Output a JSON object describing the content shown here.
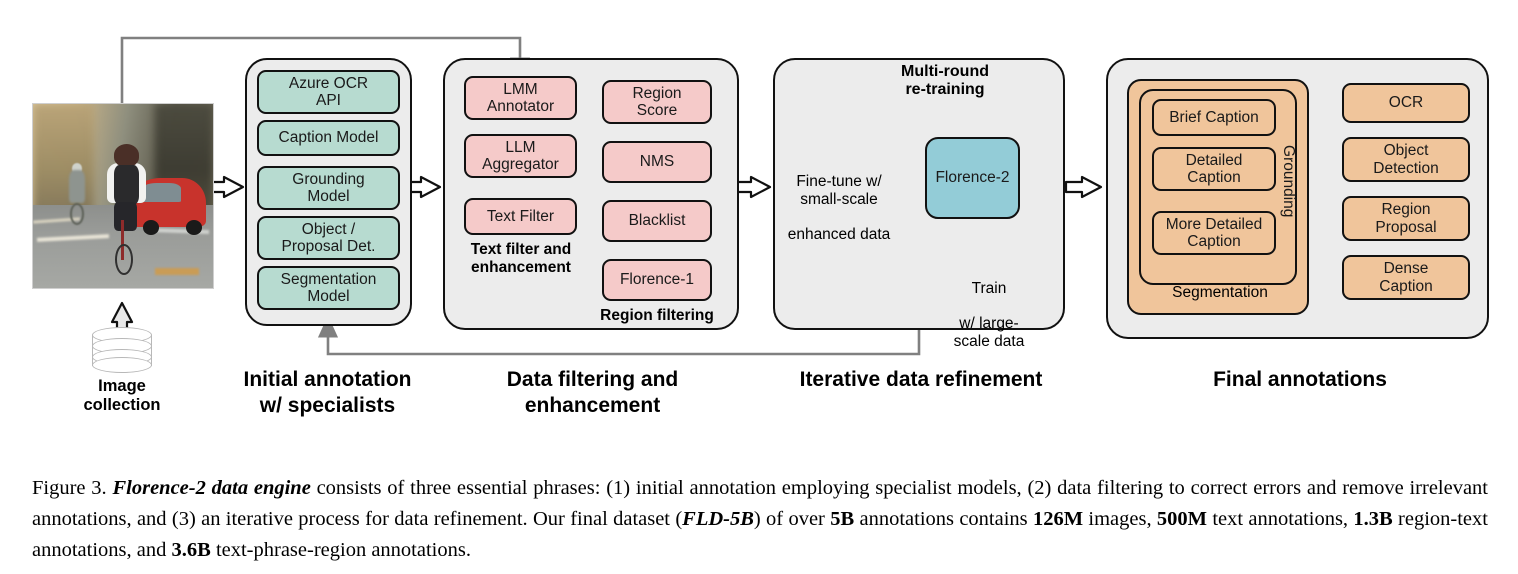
{
  "figure": {
    "image_collection": {
      "caption": "Image\ncollection",
      "photo_alt": "cyclist-on-road-with-red-car"
    },
    "stages": [
      {
        "id": "initial-annotation",
        "label": "Initial annotation\nw/ specialists",
        "nodes": [
          {
            "label": "Azure OCR\nAPI"
          },
          {
            "label": "Caption Model"
          },
          {
            "label": "Grounding\nModel"
          },
          {
            "label": "Object /\nProposal Det."
          },
          {
            "label": "Segmentation\nModel"
          }
        ]
      },
      {
        "id": "data-filtering",
        "label": "Data filtering and\nenhancement",
        "group_left_label": "Text filter and\nenhancement",
        "group_right_label": "Region filtering",
        "nodes_left": [
          {
            "label": "LMM\nAnnotator"
          },
          {
            "label": "LLM\nAggregator"
          },
          {
            "label": "Text Filter"
          }
        ],
        "nodes_right": [
          {
            "label": "Region\nScore"
          },
          {
            "label": "NMS"
          },
          {
            "label": "Blacklist"
          },
          {
            "label": "Florence-1"
          }
        ]
      },
      {
        "id": "iterative-refinement",
        "label": "Iterative data refinement",
        "loop_label": "Multi-round\nre-training",
        "model_label": "Florence-2",
        "finetune_label_bold": "Fine-tune",
        "finetune_label_rest": " w/\nsmall-scale",
        "finetune_label_bold2": "enhanced",
        "finetune_label_rest2": " data",
        "train_label_bold": "Train",
        "train_label_rest": "w/ large-\nscale data"
      },
      {
        "id": "final-annotations",
        "label": "Final annotations",
        "grounding_label": "Grounding",
        "segmentation_label": "Segmentation",
        "caption_nodes": [
          {
            "label": "Brief Caption"
          },
          {
            "label": "Detailed\nCaption"
          },
          {
            "label": "More Detailed\nCaption"
          }
        ],
        "task_nodes": [
          {
            "label": "OCR"
          },
          {
            "label": "Object\nDetection"
          },
          {
            "label": "Region\nProposal"
          },
          {
            "label": "Dense\nCaption"
          }
        ]
      }
    ],
    "colors": {
      "panel_bg": "#ececec",
      "specialist_green": "#b7dbd0",
      "filter_pink": "#f5cac9",
      "model_teal": "#93ccd7",
      "annotation_orange": "#f0c59b",
      "outline": "#111111",
      "connector_gray": "#808080"
    }
  },
  "caption": {
    "figure_number": "Figure 3.",
    "title": "Florence-2 data engine",
    "t1": " consists of three essential phrases: (1) initial annotation employing specialist models, (2) data filtering to correct errors and remove irrelevant annotations, and (3) an iterative process for data refinement. Our final dataset (",
    "dataset": "FLD-5B",
    "t2": ") of over ",
    "n1": "5B",
    "t3": " annotations contains ",
    "n2": "126M",
    "t4": " images, ",
    "n3": "500M",
    "t5": " text annotations, ",
    "n4": "1.3B",
    "t6": " region-text annotations, and ",
    "n5": "3.6B",
    "t7": " text-phrase-region annotations."
  }
}
